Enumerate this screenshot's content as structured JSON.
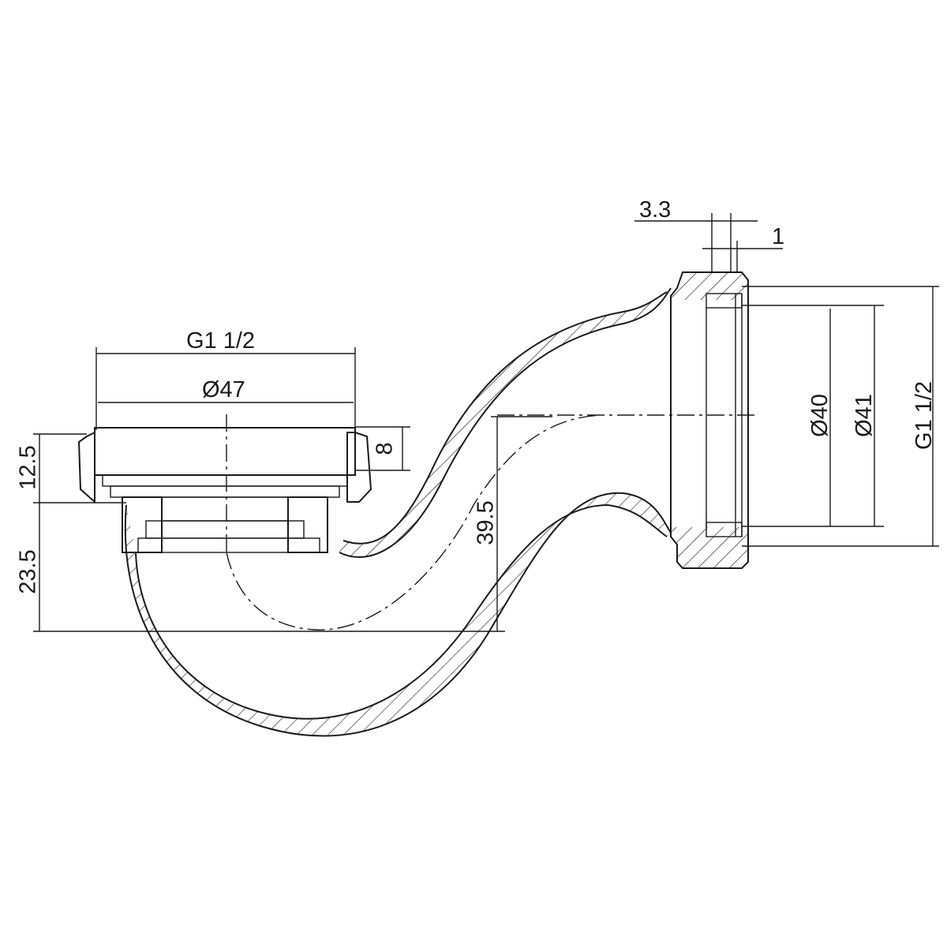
{
  "drawing": {
    "title": "P-trap siphon cross-section",
    "dimensions": {
      "top_thread": "G1 1/2",
      "top_diameter": "Ø47",
      "nut_height": "12.5",
      "lower_height": "23.5",
      "gasket_height": "8",
      "trap_depth": "39.5",
      "flange_width": "3.3",
      "gap_width": "1",
      "inner_diameter_40": "Ø40",
      "inner_diameter_41": "Ø41",
      "outlet_thread": "G1 1/2"
    },
    "colors": {
      "line": "#1a1a1a",
      "background": "#ffffff"
    }
  }
}
